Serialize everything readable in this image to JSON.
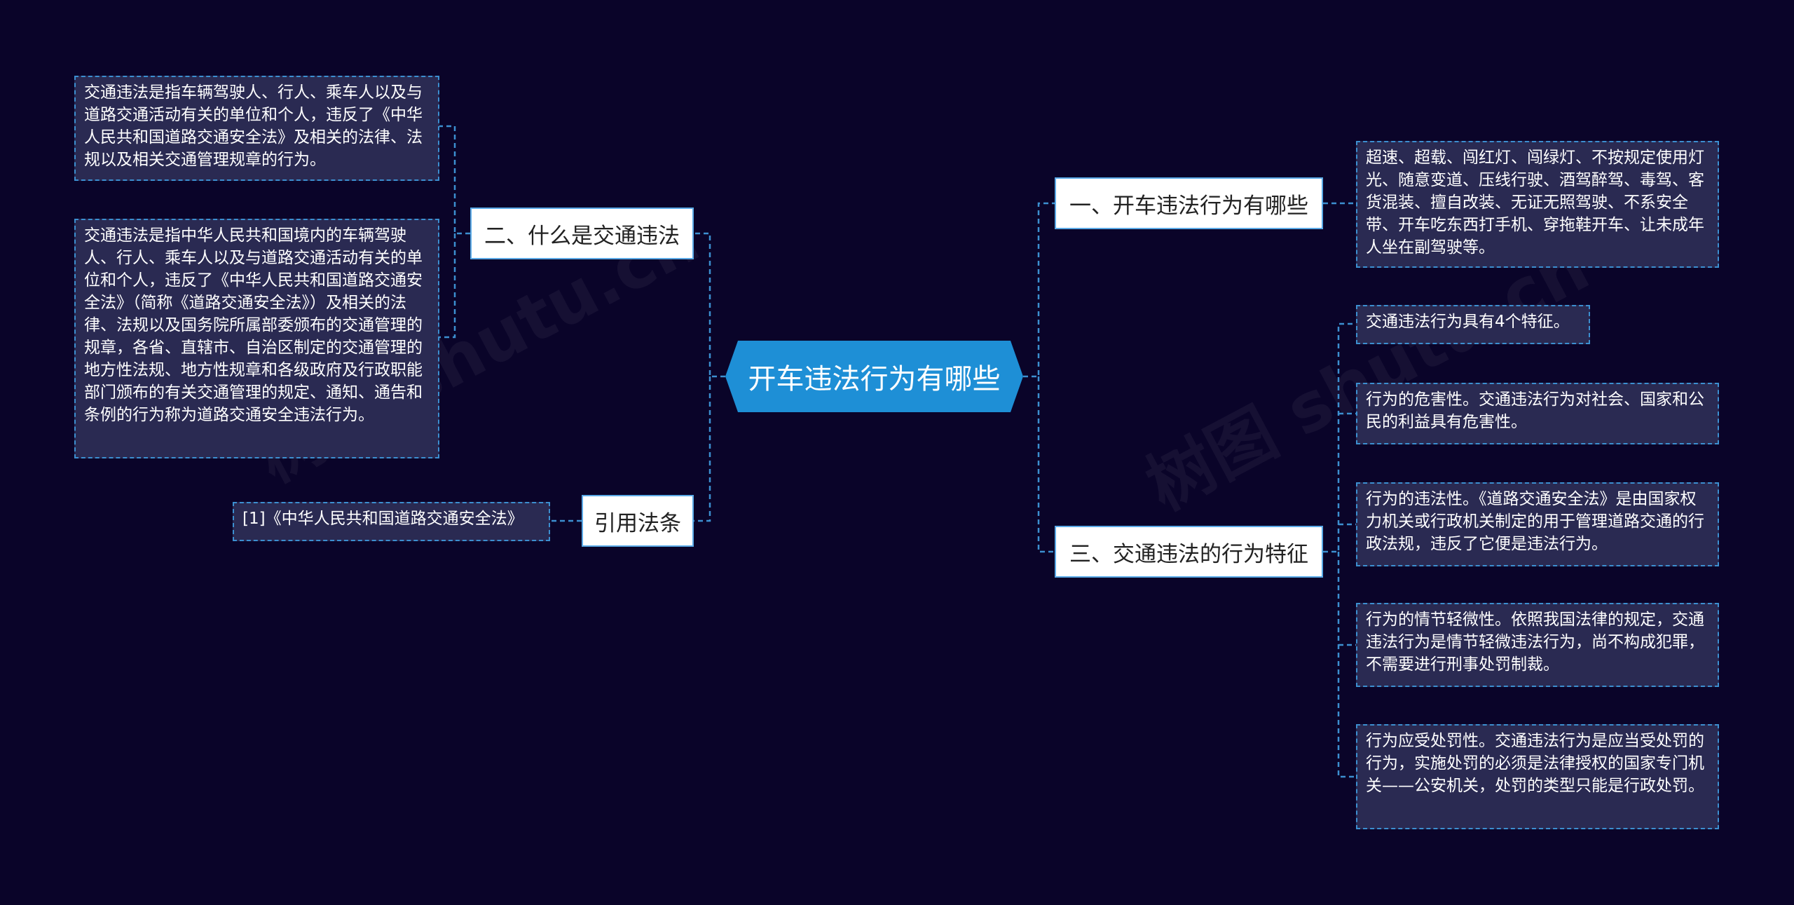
{
  "root": {
    "label": "开车违法行为有哪些"
  },
  "branches": {
    "b1": {
      "label": "一、开车违法行为有哪些"
    },
    "b2": {
      "label": "二、什么是交通违法"
    },
    "b3": {
      "label": "三、交通违法的行为特征"
    },
    "b4": {
      "label": "引用法条"
    }
  },
  "leaves": {
    "b1_l1": "超速、超载、闯红灯、闯绿灯、不按规定使用灯光、随意变道、压线行驶、酒驾醉驾、毒驾、客货混装、擅自改装、无证无照驾驶、不系安全带、开车吃东西打手机、穿拖鞋开车、让未成年人坐在副驾驶等。",
    "b2_l1": "交通违法是指车辆驾驶人、行人、乘车人以及与道路交通活动有关的单位和个人，违反了《中华人民共和国道路交通安全法》及相关的法律、法规以及相关交通管理规章的行为。",
    "b2_l2": "交通违法是指中华人民共和国境内的车辆驾驶人、行人、乘车人以及与道路交通活动有关的单位和个人，违反了《中华人民共和国道路交通安全法》（简称《道路交通安全法》）及相关的法律、法规以及国务院所属部委颁布的交通管理的规章，各省、直辖市、自治区制定的交通管理的地方性法规、地方性规章和各级政府及行政职能部门颁布的有关交通管理的规定、通知、通告和条例的行为称为道路交通安全违法行为。",
    "b3_l1": "交通违法行为具有4个特征。",
    "b3_l2": "行为的危害性。交通违法行为对社会、国家和公民的利益具有危害性。",
    "b3_l3": "行为的违法性。《道路交通安全法》是由国家权力机关或行政机关制定的用于管理道路交通的行政法规，违反了它便是违法行为。",
    "b3_l4": "行为的情节轻微性。依照我国法律的规定，交通违法行为是情节轻微违法行为，尚不构成犯罪，不需要进行刑事处罚制裁。",
    "b3_l5": "行为应受处罚性。交通违法行为是应当受处罚的行为，实施处罚的必须是法律授权的国家专门机关——公安机关，处罚的类型只能是行政处罚。",
    "b4_l1": "[1]《中华人民共和国道路交通安全法》"
  },
  "watermark": "树图 shutu.cn",
  "colors": {
    "background": "#0a0429",
    "root": "#1e8fd6",
    "line": "#3c8fd0",
    "leaf_fill": "#2a2a52",
    "branch_fill": "#ffffff"
  }
}
